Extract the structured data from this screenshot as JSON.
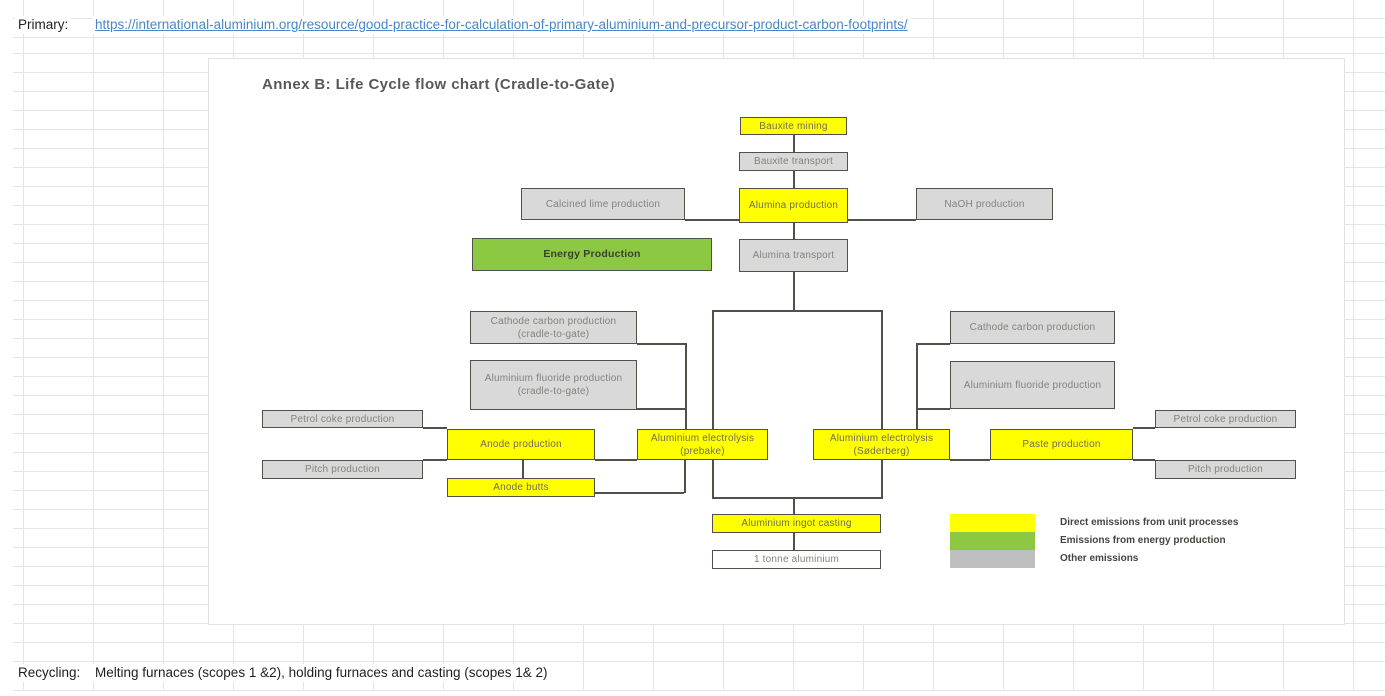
{
  "sheet": {
    "primary_label": "Primary:",
    "primary_url": "https://international-aluminium.org/resource/good-practice-for-calculation-of-primary-aluminium-and-precursor-product-carbon-footprints/",
    "recycling_label": "Recycling:",
    "recycling_text": "Melting furnaces (scopes 1 &2), holding furnaces and casting (scopes 1& 2)"
  },
  "chart": {
    "title": "Annex B: Life Cycle flow chart (Cradle-to-Gate)",
    "colors": {
      "direct_emissions": "#FFFF00",
      "energy_emissions": "#8CC841",
      "other_emissions": "#D9D9D9",
      "box_gray": "#D9D9D9",
      "line": "#51514A",
      "link_blue": "#4A86C8"
    },
    "nodes": [
      {
        "id": "bauxite-mining",
        "label": "Bauxite mining",
        "type": "direct"
      },
      {
        "id": "bauxite-transport",
        "label": "Bauxite transport",
        "type": "other"
      },
      {
        "id": "alumina-production",
        "label": "Alumina production",
        "type": "direct"
      },
      {
        "id": "calcined-lime-production",
        "label": "Calcined lime production",
        "type": "other"
      },
      {
        "id": "naoh-production",
        "label": "NaOH production",
        "type": "other"
      },
      {
        "id": "energy-production",
        "label": "Energy Production",
        "type": "energy"
      },
      {
        "id": "alumina-transport",
        "label": "Alumina transport",
        "type": "other"
      },
      {
        "id": "cathode-carbon-production-left",
        "label": "Cathode carbon production (cradle-to-gate)",
        "type": "other"
      },
      {
        "id": "aluminium-fluoride-production-left",
        "label": "Aluminium fluoride production (cradle-to-gate)",
        "type": "other"
      },
      {
        "id": "petrol-coke-production-left",
        "label": "Petrol coke production",
        "type": "other"
      },
      {
        "id": "anode-production",
        "label": "Anode production",
        "type": "direct"
      },
      {
        "id": "pitch-production-left",
        "label": "Pitch production",
        "type": "other"
      },
      {
        "id": "anode-butts",
        "label": "Anode butts",
        "type": "direct"
      },
      {
        "id": "aluminium-electrolysis-prebake",
        "label": "Aluminium electrolysis (prebake)",
        "type": "direct"
      },
      {
        "id": "aluminium-electrolysis-soderberg",
        "label": "Aluminium electrolysis (Søderberg)",
        "type": "direct"
      },
      {
        "id": "paste-production",
        "label": "Paste production",
        "type": "direct"
      },
      {
        "id": "cathode-carbon-production-right",
        "label": "Cathode carbon production",
        "type": "other"
      },
      {
        "id": "aluminium-fluoride-production-right",
        "label": "Aluminium fluoride production",
        "type": "other"
      },
      {
        "id": "petrol-coke-production-right",
        "label": "Petrol coke production",
        "type": "other"
      },
      {
        "id": "pitch-production-right",
        "label": "Pitch production",
        "type": "other"
      },
      {
        "id": "aluminium-ingot-casting",
        "label": "Aluminium ingot casting",
        "type": "direct"
      },
      {
        "id": "one-tonne-aluminium",
        "label": "1 tonne aluminium",
        "type": "output"
      }
    ],
    "edges": [
      {
        "from": "bauxite-mining",
        "to": "bauxite-transport"
      },
      {
        "from": "bauxite-transport",
        "to": "alumina-production"
      },
      {
        "from": "calcined-lime-production",
        "to": "alumina-production"
      },
      {
        "from": "naoh-production",
        "to": "alumina-production"
      },
      {
        "from": "alumina-production",
        "to": "alumina-transport"
      },
      {
        "from": "alumina-transport",
        "to": "aluminium-electrolysis-prebake"
      },
      {
        "from": "alumina-transport",
        "to": "aluminium-electrolysis-soderberg"
      },
      {
        "from": "cathode-carbon-production-left",
        "to": "aluminium-electrolysis-prebake"
      },
      {
        "from": "aluminium-fluoride-production-left",
        "to": "aluminium-electrolysis-prebake"
      },
      {
        "from": "petrol-coke-production-left",
        "to": "anode-production"
      },
      {
        "from": "pitch-production-left",
        "to": "anode-production"
      },
      {
        "from": "anode-production",
        "to": "anode-butts"
      },
      {
        "from": "anode-production",
        "to": "aluminium-electrolysis-prebake"
      },
      {
        "from": "anode-butts",
        "to": "aluminium-electrolysis-prebake"
      },
      {
        "from": "cathode-carbon-production-right",
        "to": "aluminium-electrolysis-soderberg"
      },
      {
        "from": "aluminium-fluoride-production-right",
        "to": "aluminium-electrolysis-soderberg"
      },
      {
        "from": "petrol-coke-production-right",
        "to": "paste-production"
      },
      {
        "from": "pitch-production-right",
        "to": "paste-production"
      },
      {
        "from": "paste-production",
        "to": "aluminium-electrolysis-soderberg"
      },
      {
        "from": "aluminium-electrolysis-prebake",
        "to": "aluminium-ingot-casting"
      },
      {
        "from": "aluminium-electrolysis-soderberg",
        "to": "aluminium-ingot-casting"
      },
      {
        "from": "aluminium-ingot-casting",
        "to": "one-tonne-aluminium"
      }
    ],
    "legend": [
      {
        "color": "#FFFF00",
        "label": "Direct emissions from unit processes"
      },
      {
        "color": "#8CC841",
        "label": "Emissions from energy production"
      },
      {
        "color": "#BFBFBF",
        "label": "Other emissions"
      }
    ]
  }
}
